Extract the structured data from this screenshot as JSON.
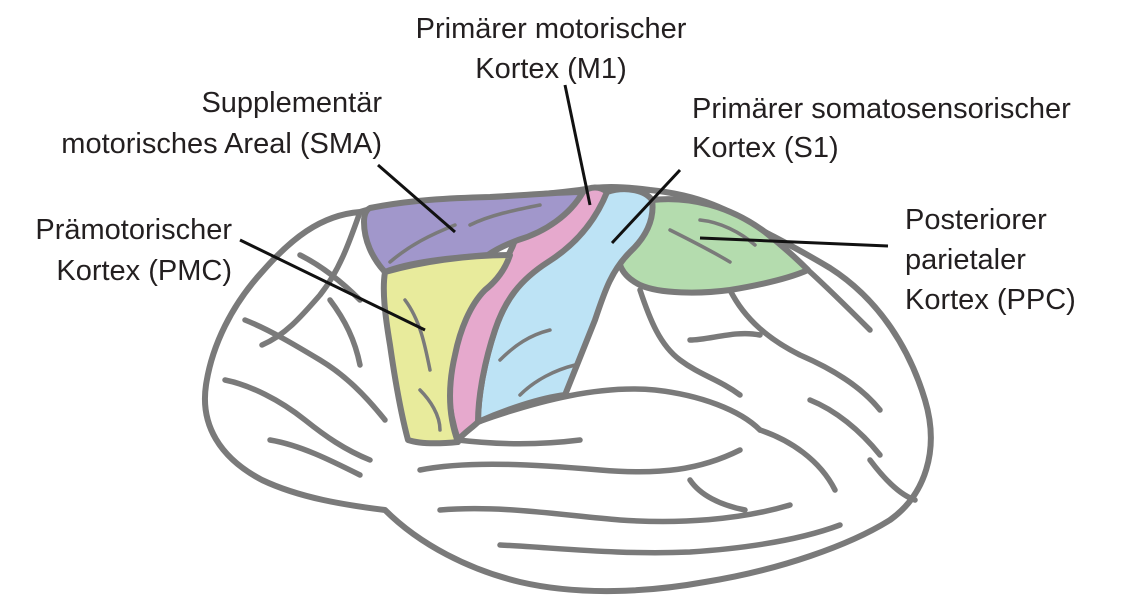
{
  "labels": {
    "m1_line1": "Primärer motorischer",
    "m1_line2": "Kortex (M1)",
    "sma_line1": "Supplementär",
    "sma_line2": "motorisches Areal (SMA)",
    "s1_line1": "Primärer somatosensorischer",
    "s1_line2": "Kortex (S1)",
    "pmc_line1": "Prämotorischer",
    "pmc_line2": "Kortex (PMC)",
    "ppc_line1": "Posteriorer",
    "ppc_line2": "parietaler",
    "ppc_line3": "Kortex (PPC)"
  },
  "colors": {
    "sma": "#a197cb",
    "m1": "#e6a9cd",
    "s1": "#bde3f5",
    "pmc": "#e8eb9c",
    "ppc": "#b4dcae",
    "outline": "#7a7a7a",
    "text": "#231f20"
  }
}
